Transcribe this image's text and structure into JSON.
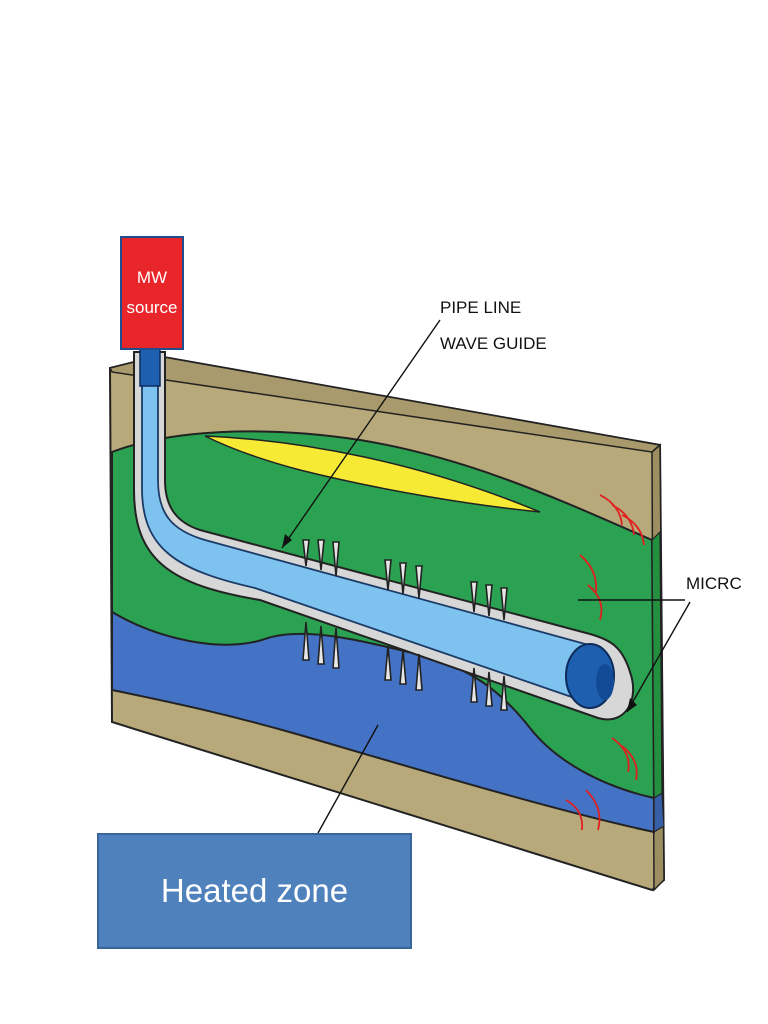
{
  "mw_source": {
    "line1": "MW",
    "line2": "source"
  },
  "labels": {
    "pipe_line": "PIPE LINE",
    "wave_guide": "WAVE GUIDE",
    "micrc": "MICRC",
    "heated_zone": "Heated zone"
  },
  "colors": {
    "soil": "#b8a97a",
    "green_layer": "#2aa252",
    "blue_layer": "#4472c4",
    "yellow_pocket": "#f7ea34",
    "pipe_light_blue": "#7ec2f0",
    "pipe_end_blue": "#1f5fb0",
    "mw_source_red": "#e8252a",
    "heated_zone_box": "#4f81bd",
    "radiation_red": "#e02020"
  }
}
